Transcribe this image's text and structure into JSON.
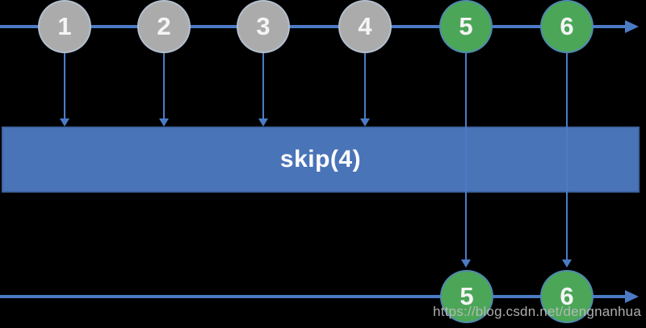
{
  "diagram": {
    "operator": {
      "label": "skip(4)"
    },
    "source_stream": {
      "marbles": [
        {
          "label": "1",
          "state": "skipped"
        },
        {
          "label": "2",
          "state": "skipped"
        },
        {
          "label": "3",
          "state": "skipped"
        },
        {
          "label": "4",
          "state": "skipped"
        },
        {
          "label": "5",
          "state": "passed"
        },
        {
          "label": "6",
          "state": "passed"
        }
      ]
    },
    "output_stream": {
      "marbles": [
        {
          "label": "5"
        },
        {
          "label": "6"
        }
      ]
    },
    "watermark": "https://blog.csdn.net/dengnanhua",
    "colors": {
      "background": "#000000",
      "line_blue": "#4C7BC6",
      "operator_box_fill": "#4A74B8",
      "operator_box_border": "#3E639F",
      "marble_gray": "#ABABAB",
      "marble_green": "#4BA658",
      "marble_text": "#F5F5F5",
      "operator_text": "#FFFFFF",
      "watermark_text": "#BDBDBD"
    }
  }
}
